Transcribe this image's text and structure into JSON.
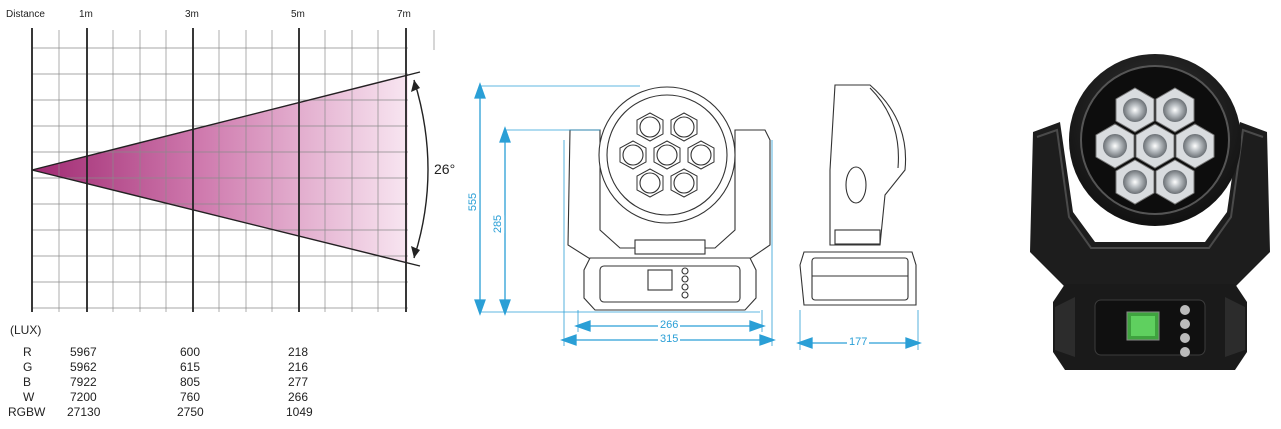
{
  "beam": {
    "distance_label": "Distance",
    "distances": [
      "1m",
      "3m",
      "5m",
      "7m"
    ],
    "angle": "26°",
    "colors": {
      "grid": "#888888",
      "beam_dark": "#a8317a",
      "beam_light": "#f7e4f0"
    }
  },
  "lux": {
    "unit": "(LUX)",
    "rows": [
      {
        "label": "R",
        "values": [
          "5967",
          "600",
          "218"
        ]
      },
      {
        "label": "G",
        "values": [
          "5962",
          "615",
          "216"
        ]
      },
      {
        "label": "B",
        "values": [
          "7922",
          "805",
          "277"
        ]
      },
      {
        "label": "W",
        "values": [
          "7200",
          "760",
          "266"
        ]
      },
      {
        "label": "RGBW",
        "values": [
          "27130",
          "2750",
          "1049"
        ]
      }
    ]
  },
  "dimensions": {
    "overall_height": "555",
    "inner_height": "285",
    "base_width": "266",
    "total_width": "315",
    "depth": "177",
    "color": "#2a9fd6"
  }
}
